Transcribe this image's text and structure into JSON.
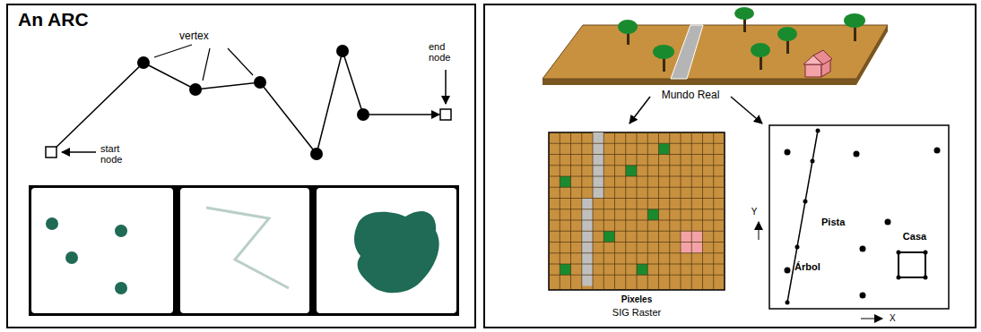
{
  "diagram": {
    "labels": [
      "An ARC",
      "vertex",
      "end node",
      "start node",
      "Mundo Real",
      "Pixeles",
      "SIG Raster",
      "Y",
      "Pista",
      "Casa",
      "Árbol",
      "X"
    ]
  }
}
